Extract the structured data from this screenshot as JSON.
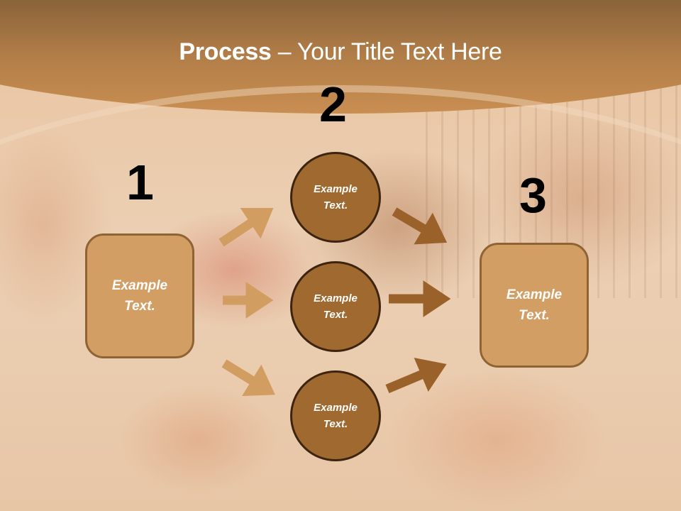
{
  "slide": {
    "title_bold": "Process",
    "title_rest": " – Your Title Text Here"
  },
  "steps": {
    "step1": {
      "number": "1",
      "label_line1": "Example",
      "label_line2": "Text."
    },
    "step2": {
      "number": "2",
      "circles": [
        {
          "label_line1": "Example",
          "label_line2": "Text."
        },
        {
          "label_line1": "Example",
          "label_line2": "Text."
        },
        {
          "label_line1": "Example",
          "label_line2": "Text."
        }
      ]
    },
    "step3": {
      "number": "3",
      "label_line1": "Example",
      "label_line2": "Text."
    }
  },
  "colors": {
    "header": "#b27e48",
    "box_fill": "#d39e64",
    "box_border": "#8f6435",
    "circle_fill": "#a0692f",
    "circle_border": "#3d2410",
    "arrow_light": "#d29d61",
    "arrow_dark": "#9b612a"
  }
}
